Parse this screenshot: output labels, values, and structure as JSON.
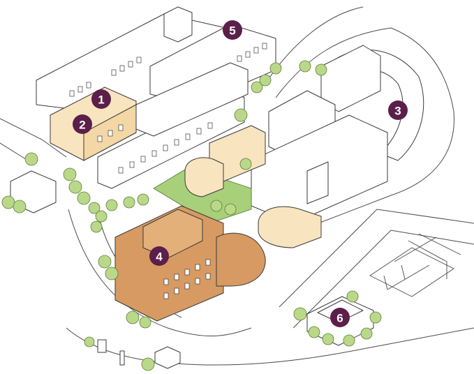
{
  "colors": {
    "marker": "#5b1f4a",
    "building_plain": "#ffffff",
    "building_highlight_light": "#f8e4be",
    "building_highlight_brown": "#d69a62",
    "lawn": "#a8cf7a",
    "tree": "#b9d88a"
  },
  "markers": [
    {
      "id": "m1",
      "label": "1"
    },
    {
      "id": "m2",
      "label": "2"
    },
    {
      "id": "m3",
      "label": "3"
    },
    {
      "id": "m4",
      "label": "4"
    },
    {
      "id": "m5",
      "label": "5"
    },
    {
      "id": "m6",
      "label": "6"
    }
  ]
}
